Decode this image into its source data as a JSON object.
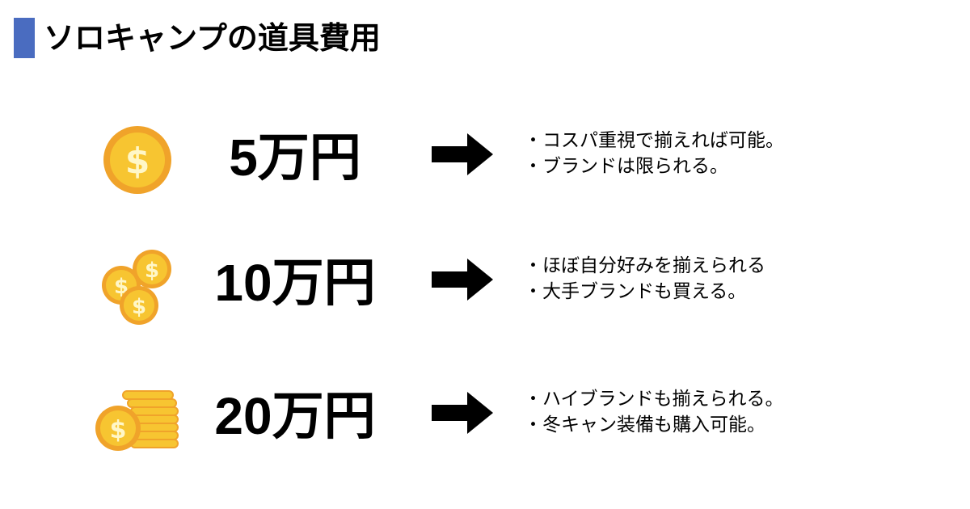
{
  "header": {
    "title": "ソロキャンプの道具費用"
  },
  "tiers": [
    {
      "amount": "5万円",
      "icon": "single-dollar-coin-icon",
      "notes": [
        "・コスパ重視で揃えれば可能。",
        "・ブランドは限られる。"
      ]
    },
    {
      "amount": "10万円",
      "icon": "three-dollar-coins-icon",
      "notes": [
        "・ほぼ自分好みを揃えられる",
        "・大手ブランドも買える。"
      ]
    },
    {
      "amount": "20万円",
      "icon": "coin-stack-icon",
      "notes": [
        "・ハイブランドも揃えられる。",
        "・冬キャン装備も購入可能。"
      ]
    }
  ],
  "colors": {
    "accent_bar": "#4a6cc0",
    "coin_face": "#f7c531",
    "coin_rim": "#f0a32a",
    "coin_symbol": "#fff7c8",
    "text": "#000000"
  }
}
